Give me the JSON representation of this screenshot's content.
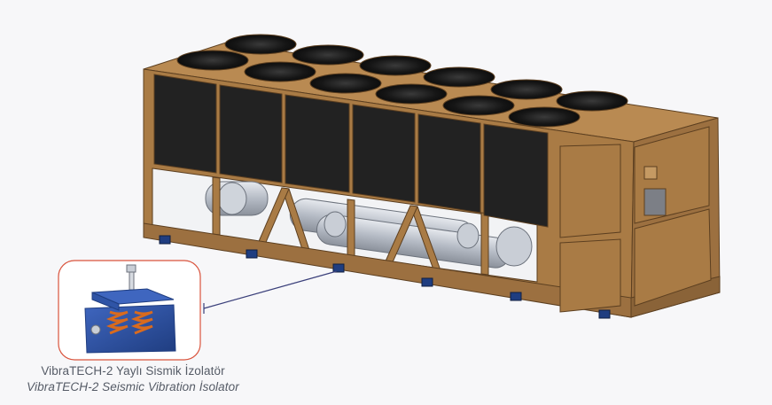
{
  "caption": {
    "turkish": "VibraTECH-2 Yaylı Sismik İzolatör",
    "english": "VibraTECH-2 Seismic Vibration İsolator"
  },
  "colors": {
    "frame": "#a97b45",
    "frame_dark": "#7a5630",
    "frame_light": "#c59a63",
    "panel": "#222222",
    "fan": "#1c1c1c",
    "pipe": "#b9bfc8",
    "isolator_blue": "#2f54a6",
    "spring_orange": "#d96b1e",
    "callout_border": "#d9533c",
    "leader_line": "#3a3f7a"
  },
  "icons": {
    "chiller": "air-cooled-chiller-illustration",
    "isolator": "spring-isolator-illustration"
  }
}
